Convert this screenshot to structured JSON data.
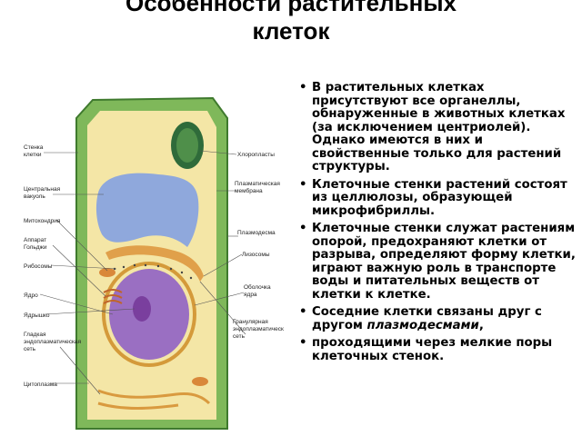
{
  "slide": {
    "title_line1": "Особенности растительных",
    "title_line2": "клеток"
  },
  "bullets": [
    {
      "text": "В растительных клетках присутствуют все органеллы, обнаруженные в животных клетках (за исключением центриолей). Однако имеются в них и свойственные только для растений структуры."
    },
    {
      "text": "Клеточные стенки растений состоят из целлюлозы, образующей микрофибриллы."
    },
    {
      "text": "Клеточные стенки служат растениям опорой, предохраняют клетки от разрыва, определяют форму клетки, играют важную роль в транспорте  воды и питательных веществ от клетки к клетке."
    },
    {
      "text_before": "Соседние клетки связаны друг с другом ",
      "emph": "плазмодесмами",
      "text_after": ","
    },
    {
      "text": "проходящими через мелкие поры клеточных стенок."
    }
  ],
  "diagram": {
    "colors": {
      "wall": "#7fb85a",
      "wall_edge": "#3f7a2e",
      "cytoplasm": "#f4e6a6",
      "vacuole": "#8fa8dc",
      "nucleus": "#9a6fc2",
      "nucleolus": "#7a3f9e",
      "er": "#e0a04a",
      "chloroplast": "#2f6b3a"
    },
    "labels_left": [
      "Стенка клетки",
      "Центральная вакуоль",
      "Митохондрия",
      "Аппарат Гольджи",
      "Рибосомы",
      "Ядро",
      "Ядрышко",
      "Гладкая эндоплазматическая сеть",
      "Цитоплазма"
    ],
    "labels_right": [
      "Хлоропласты",
      "Плазматическая мембрана",
      "Плазмодесма",
      "Лизосомы",
      "Оболочка ядра",
      "Гранулярная эндоплазматическая сеть"
    ]
  }
}
